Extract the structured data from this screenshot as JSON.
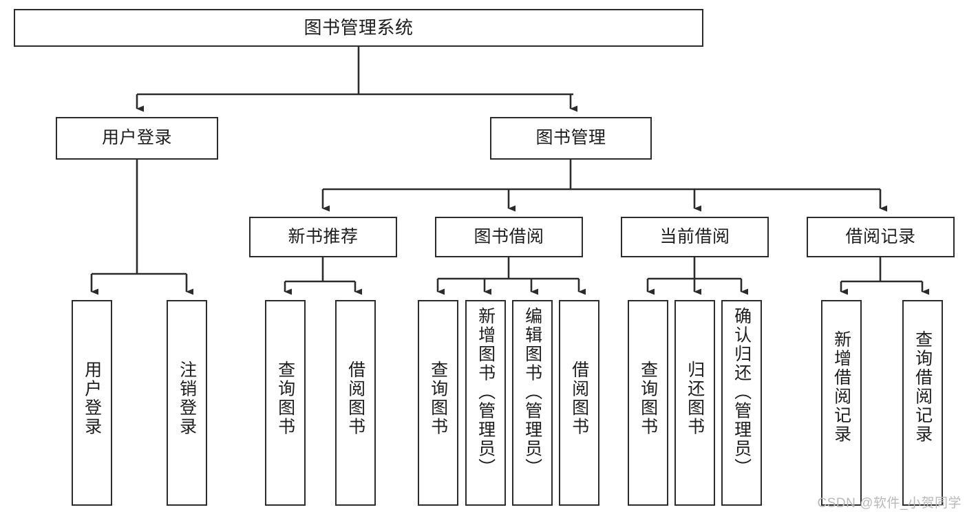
{
  "diagram": {
    "title": "图书管理系统",
    "type": "hierarchy-tree",
    "colors": {
      "box_border": "#2b2b2b",
      "box_fill": "#ffffff",
      "connector": "#2b2b2b",
      "text": "#1d1d1d",
      "watermark": "#b9b9b9",
      "background": "#ffffff"
    },
    "root": {
      "id": "root",
      "label": "图书管理系统"
    },
    "level2": [
      {
        "id": "user-login",
        "label": "用户登录"
      },
      {
        "id": "book-manage",
        "label": "图书管理"
      }
    ],
    "level3": [
      {
        "id": "new-book-rec",
        "label": "新书推荐"
      },
      {
        "id": "book-borrow",
        "label": "图书借阅"
      },
      {
        "id": "current-borrow",
        "label": "当前借阅"
      },
      {
        "id": "borrow-record",
        "label": "借阅记录"
      }
    ],
    "leaves": [
      {
        "id": "leaf-user-login",
        "label": "用户登录",
        "parent": "user-login"
      },
      {
        "id": "leaf-user-logout",
        "label": "注销登录",
        "parent": "user-login"
      },
      {
        "id": "leaf-query-book-1",
        "label": "查询图书",
        "parent": "new-book-rec"
      },
      {
        "id": "leaf-borrow-book-1",
        "label": "借阅图书",
        "parent": "new-book-rec"
      },
      {
        "id": "leaf-query-book-2",
        "label": "查询图书",
        "parent": "book-borrow"
      },
      {
        "id": "leaf-add-book",
        "label": "新增图书（管理员）",
        "parent": "book-borrow"
      },
      {
        "id": "leaf-edit-book",
        "label": "编辑图书（管理员）",
        "parent": "book-borrow"
      },
      {
        "id": "leaf-borrow-book-2",
        "label": "借阅图书",
        "parent": "book-borrow"
      },
      {
        "id": "leaf-query-book-3",
        "label": "查询图书",
        "parent": "current-borrow"
      },
      {
        "id": "leaf-return-book",
        "label": "归还图书",
        "parent": "current-borrow"
      },
      {
        "id": "leaf-confirm-return",
        "label": "确认归还（管理员）",
        "parent": "current-borrow"
      },
      {
        "id": "leaf-add-record",
        "label": "新增借阅记录",
        "parent": "borrow-record"
      },
      {
        "id": "leaf-query-record",
        "label": "查询借阅记录",
        "parent": "borrow-record"
      }
    ],
    "watermark": "CSDN @软件_小贺同学"
  }
}
